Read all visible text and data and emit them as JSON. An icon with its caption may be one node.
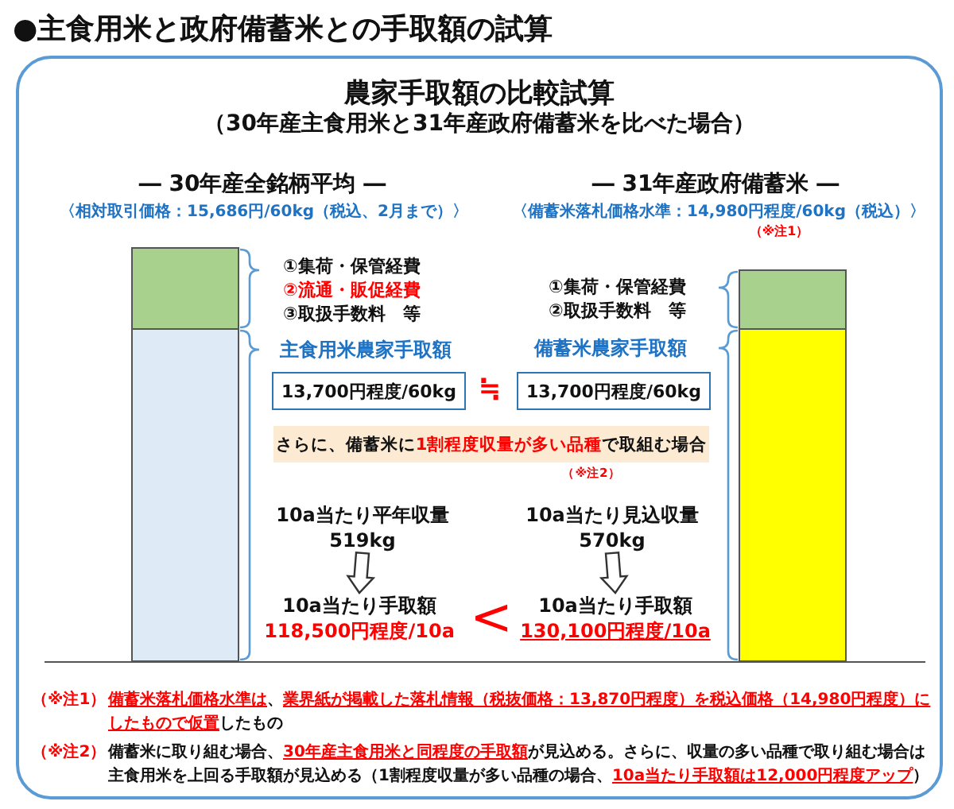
{
  "diagram": {
    "title": "●主食用米と政府備蓄米との手取額の試算",
    "nodes": [
      {
        "text": [
          "農家手取額の比較試算",
          "（30年産主食用米と31年産政府備蓄米を比べた場合）"
        ]
      },
      {
        "text": [
          "13,700円程度/60kg"
        ],
        "in": 0
      },
      {
        "text": [
          "13,700円程度/60kg"
        ],
        "in": 0
      },
      {
        "text": [
          "さらに、備蓄米に**1割程度収量が多い品種**で取組む場合"
        ],
        "in": 0,
        "beside": [
          "（※注2）"
        ]
      },
      {
        "text": [
          "10a当たり平年収量",
          "519kg"
        ],
        "in": 0
      },
      {
        "text": [
          "10a当たり見込収量",
          "570kg"
        ],
        "in": 0
      },
      {
        "text": [
          "10a当たり手取額",
          "118,500円程度/10a"
        ],
        "in": 0
      },
      {
        "text": [
          "10a当たり手取額",
          "130,100円程度/10a"
        ],
        "in": 0
      }
    ],
    "edges": [
      {
        "from": 4,
        "to": 6,
        "arrow": "to"
      },
      {
        "from": 5,
        "to": 7,
        "arrow": "to"
      }
    ],
    "labels": [
      "― 30年産全銘柄平均 ―",
      "〈相対取引価格：15,686円/60kg（税込、2月まで）〉",
      "― 31年産政府備蓄米 ―",
      "〈備蓄米落札価格水準：14,980円程度/60kg（税込）〉",
      "（※注1）",
      "①集荷・保管経費",
      "②流通・販促経費",
      "③取扱手数料　等",
      "①集荷・保管経費",
      "②取扱手数料　等",
      "主食用米農家手取額",
      "備蓄米農家手取額",
      "≒",
      "<",
      "（※注1）",
      "**備蓄米落札価格水準は**、**業界紙が掲載した落札情報（税抜価格：13,870円程度）を税込価格（14,980円程度）にしたもので仮置**したもの",
      "（※注2）",
      "備蓄米に取り組む場合、**30年産主食用米と同程度の手取額**が見込める。さらに、収量の多い品種で取り組む場合は主食用米を上回る手取額が見込める（1割程度収量が多い品種の場合、**10a当たり手取額は12,000円程度アップ**）"
    ]
  }
}
